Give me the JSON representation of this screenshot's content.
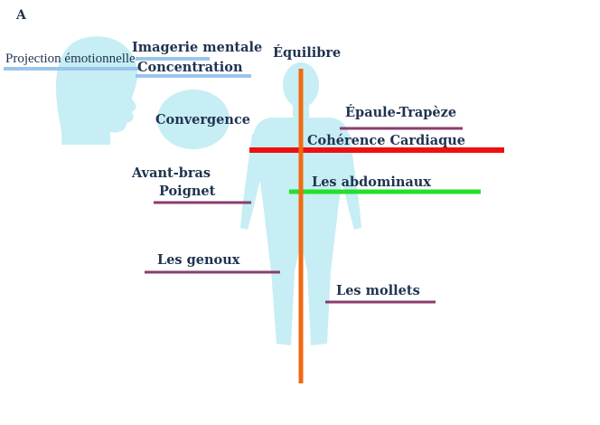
{
  "figure": {
    "panel_letter": "A"
  },
  "labels": {
    "projection": "Projection émotionnelle",
    "imagerie": "Imagerie mentale",
    "concentration": "Concentration",
    "equilibre": "Équilibre",
    "convergence": "Convergence",
    "epaule": "Épaule-Trapèze",
    "coherence": "Cohérence Cardiaque",
    "avant_bras": "Avant-bras",
    "poignet": "Poignet",
    "abdominaux": "Les abdominaux",
    "genoux": "Les genoux",
    "mollets": "Les mollets"
  },
  "colors": {
    "text": "#1f3350",
    "silhouette": "#c6eef4",
    "light_blue_line": "#9ac6ec",
    "red_line": "#ee1010",
    "green_line": "#22e02a",
    "purple_line": "#8a3c6c",
    "orange_axis": "#f06a12"
  }
}
